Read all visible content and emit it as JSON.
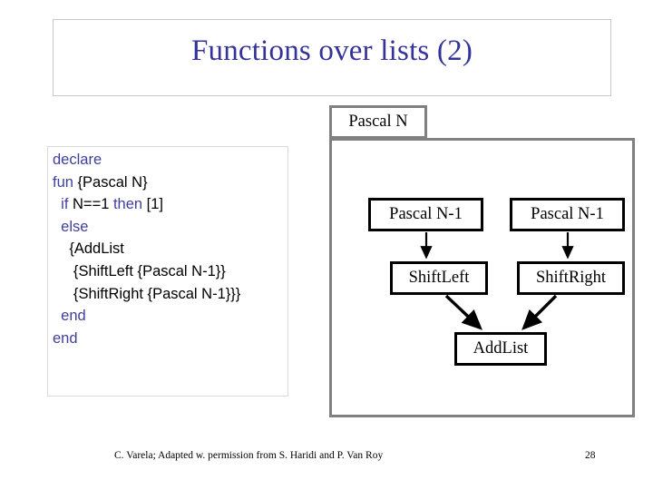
{
  "slide": {
    "title": "Functions over lists (2)",
    "title_color": "#333399"
  },
  "code_panel": {
    "keyword_color": "#3f3f9e",
    "text_color": "#000000",
    "lines": [
      {
        "indent": 0,
        "parts": [
          {
            "text": "declare",
            "kw": true
          }
        ]
      },
      {
        "indent": 0,
        "parts": [
          {
            "text": "fun ",
            "kw": true
          },
          {
            "text": "{Pascal N}",
            "kw": false
          }
        ]
      },
      {
        "indent": 1,
        "parts": [
          {
            "text": "if ",
            "kw": true
          },
          {
            "text": "N==1 ",
            "kw": false
          },
          {
            "text": "then ",
            "kw": true
          },
          {
            "text": "[1]",
            "kw": false
          }
        ]
      },
      {
        "indent": 1,
        "parts": [
          {
            "text": "else",
            "kw": true
          }
        ]
      },
      {
        "indent": 2,
        "parts": [
          {
            "text": "{AddList",
            "kw": false
          }
        ]
      },
      {
        "indent": 2,
        "parts": [
          {
            "text": " {ShiftLeft {Pascal N-1}}",
            "kw": false
          }
        ]
      },
      {
        "indent": 2,
        "parts": [
          {
            "text": " {ShiftRight {Pascal N-1}}}",
            "kw": false
          }
        ]
      },
      {
        "indent": 1,
        "parts": [
          {
            "text": "end",
            "kw": true
          }
        ]
      },
      {
        "indent": 0,
        "parts": [
          {
            "text": "end",
            "kw": true
          }
        ]
      }
    ]
  },
  "diagram": {
    "container_border_color": "#808080",
    "node_border_color": "#000000",
    "root_label": "Pascal N",
    "nodes": [
      {
        "name": "pascal-n1-left",
        "label": "Pascal N-1"
      },
      {
        "name": "pascal-n1-right",
        "label": "Pascal N-1"
      },
      {
        "name": "shiftleft",
        "label": "ShiftLeft"
      },
      {
        "name": "shiftright",
        "label": "ShiftRight"
      },
      {
        "name": "addlist",
        "label": "AddList"
      }
    ],
    "edges": [
      {
        "from": "pascal-n1-left",
        "to": "shiftleft"
      },
      {
        "from": "pascal-n1-right",
        "to": "shiftright"
      },
      {
        "from": "shiftleft",
        "to": "addlist"
      },
      {
        "from": "shiftright",
        "to": "addlist"
      }
    ]
  },
  "footer": {
    "credit": "C. Varela;  Adapted w. permission from S. Haridi and P. Van Roy",
    "page_number": "28"
  }
}
